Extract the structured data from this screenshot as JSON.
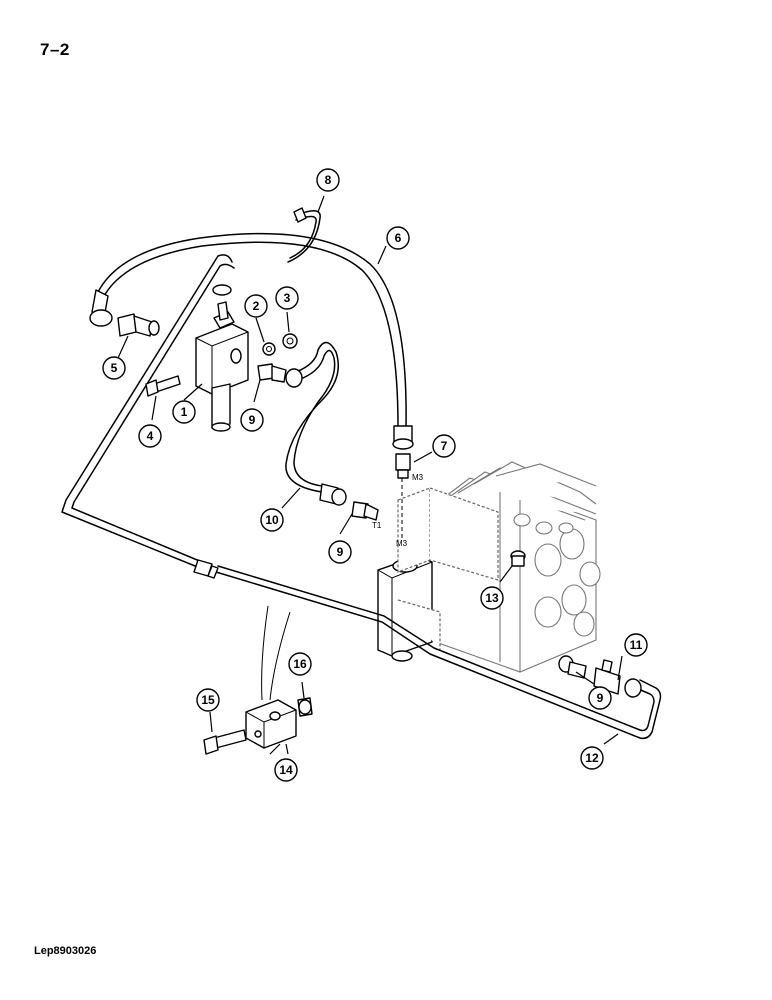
{
  "page_number": "7–2",
  "reference_code": "Lep8903026",
  "callouts": [
    {
      "id": "c1",
      "label": "1"
    },
    {
      "id": "c2",
      "label": "2"
    },
    {
      "id": "c3",
      "label": "3"
    },
    {
      "id": "c4",
      "label": "4"
    },
    {
      "id": "c5",
      "label": "5"
    },
    {
      "id": "c6",
      "label": "6"
    },
    {
      "id": "c7",
      "label": "7"
    },
    {
      "id": "c8",
      "label": "8"
    },
    {
      "id": "c9a",
      "label": "9"
    },
    {
      "id": "c9b",
      "label": "9"
    },
    {
      "id": "c9c",
      "label": "9"
    },
    {
      "id": "c10",
      "label": "10"
    },
    {
      "id": "c11",
      "label": "11"
    },
    {
      "id": "c12",
      "label": "12"
    },
    {
      "id": "c13",
      "label": "13"
    },
    {
      "id": "c14",
      "label": "14"
    },
    {
      "id": "c15",
      "label": "15"
    },
    {
      "id": "c16",
      "label": "16"
    }
  ],
  "port_labels": {
    "m3_upper": "M3",
    "m3_lower": "M3",
    "t1": "T1"
  }
}
